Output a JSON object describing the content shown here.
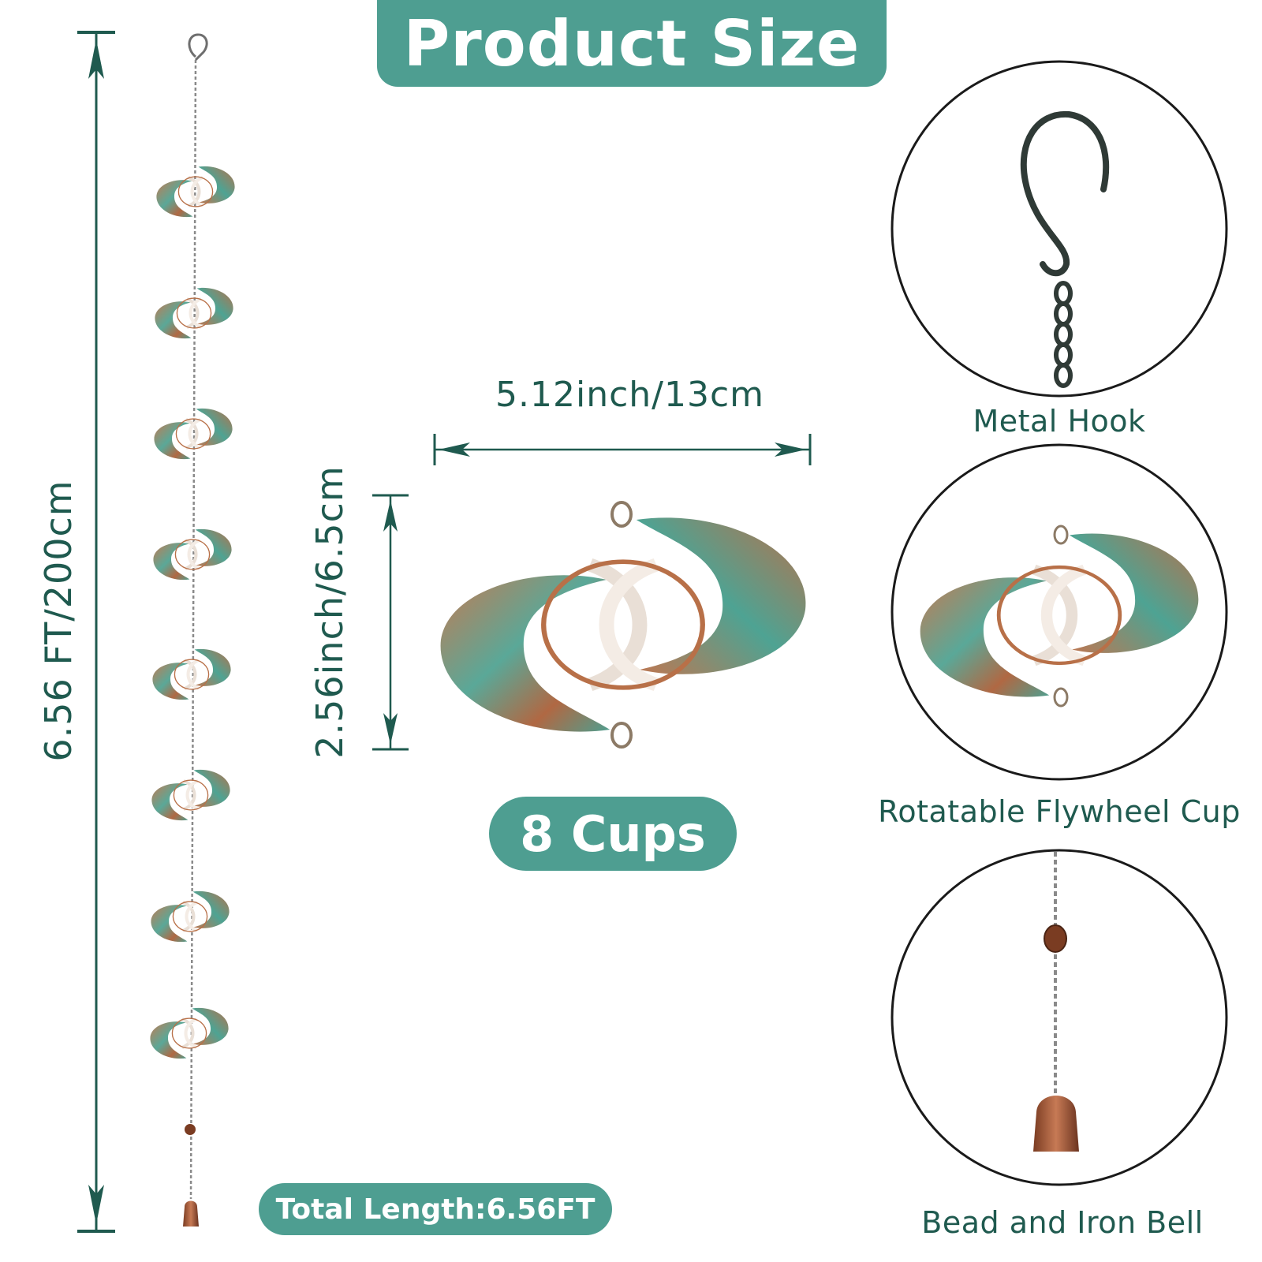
{
  "title": "Product Size",
  "dimensions": {
    "total_height": "6.56 FT/200cm",
    "width": "5.12inch/13cm",
    "cup_height": "2.56inch/6.5cm"
  },
  "cups_badge": "8 Cups",
  "total_length_badge": "Total Length:6.56FT",
  "callouts": {
    "hook": "Metal Hook",
    "cup": "Rotatable Flywheel Cup",
    "bell": "Bead and Iron Bell"
  },
  "colors": {
    "accent": "#4e9e91",
    "dark_green": "#1f5a4f",
    "copper": "#b46a45",
    "verdigris": "#4fa596"
  }
}
